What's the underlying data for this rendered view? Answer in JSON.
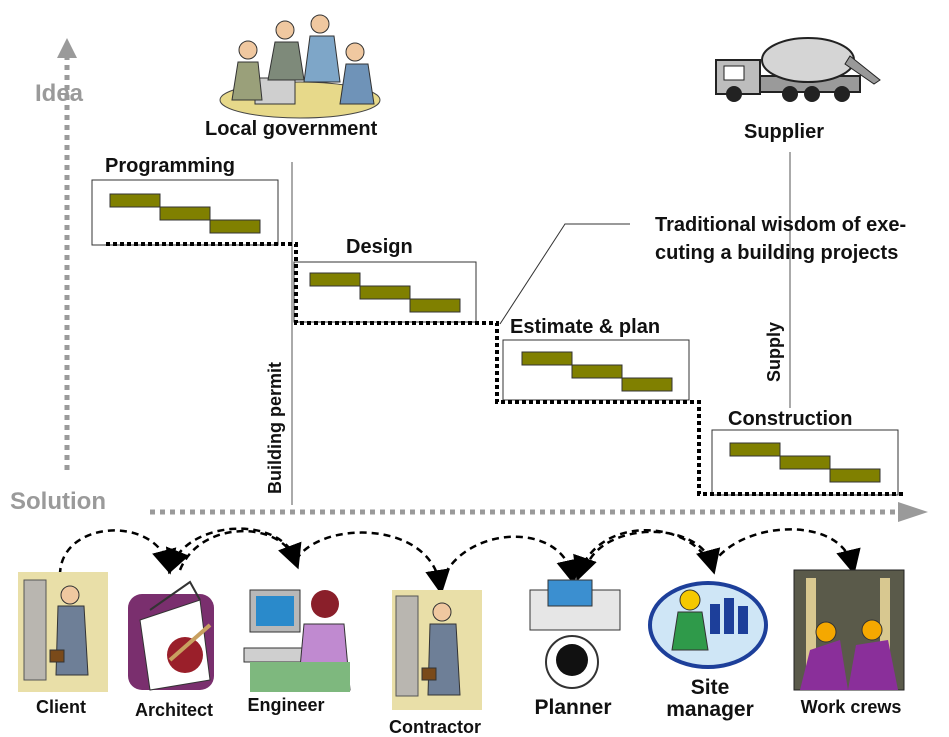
{
  "axis": {
    "top_label": "Idea",
    "bottom_label": "Solution",
    "color": "#9a9a9a"
  },
  "actors": {
    "local_government": "Local government",
    "supplier": "Supplier"
  },
  "phases": [
    {
      "label": "Programming"
    },
    {
      "label": "Design"
    },
    {
      "label": "Estimate & plan"
    },
    {
      "label": "Construction"
    }
  ],
  "annotations": {
    "building_permit": "Building permit",
    "supply": "Supply",
    "callout_line1": "Traditional wisdom of exe-",
    "callout_line2": "cuting a building projects"
  },
  "roles": [
    {
      "label": "Client"
    },
    {
      "label": "Architect"
    },
    {
      "label": "Engineer"
    },
    {
      "label": "Contractor"
    },
    {
      "label": "Planner"
    },
    {
      "label": "Site manager"
    },
    {
      "label": "Work crews"
    }
  ],
  "colors": {
    "gantt_bar": "#808000",
    "dotted_path": "#000000"
  },
  "icons": [
    "meeting-people-icon",
    "concrete-mixer-truck-icon",
    "businessman-icon",
    "drafting-lamp-icon",
    "computer-user-icon",
    "planner-desk-icon",
    "hardhat-worker-icon",
    "construction-crew-icon"
  ]
}
